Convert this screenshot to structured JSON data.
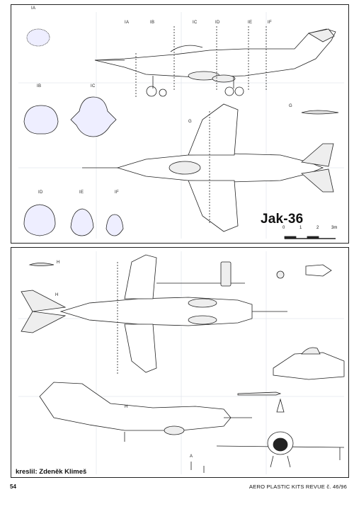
{
  "drawing": {
    "title": "Jak-36",
    "credit": "kreslil: Zdeněk Klimeš",
    "page_number": "54",
    "source": "AERO PLASTIC KITS REVUE č. 46/96"
  },
  "section_labels": {
    "ia_small": "IA",
    "ia": "IA",
    "ib": "IB",
    "ic": "IC",
    "id": "ID",
    "ie": "IE",
    "if": "IF",
    "ib_sec": "IB",
    "ic_sec": "IC",
    "id_sec": "ID",
    "ie_sec": "IE",
    "if_sec": "IF",
    "g_top": "G",
    "g_wing": "G",
    "h_bottom": "H",
    "h_plan": "H",
    "h_side": "H",
    "a_bottom": "A"
  },
  "scale": {
    "ticks": [
      "0",
      "1",
      "2",
      "3m"
    ]
  }
}
